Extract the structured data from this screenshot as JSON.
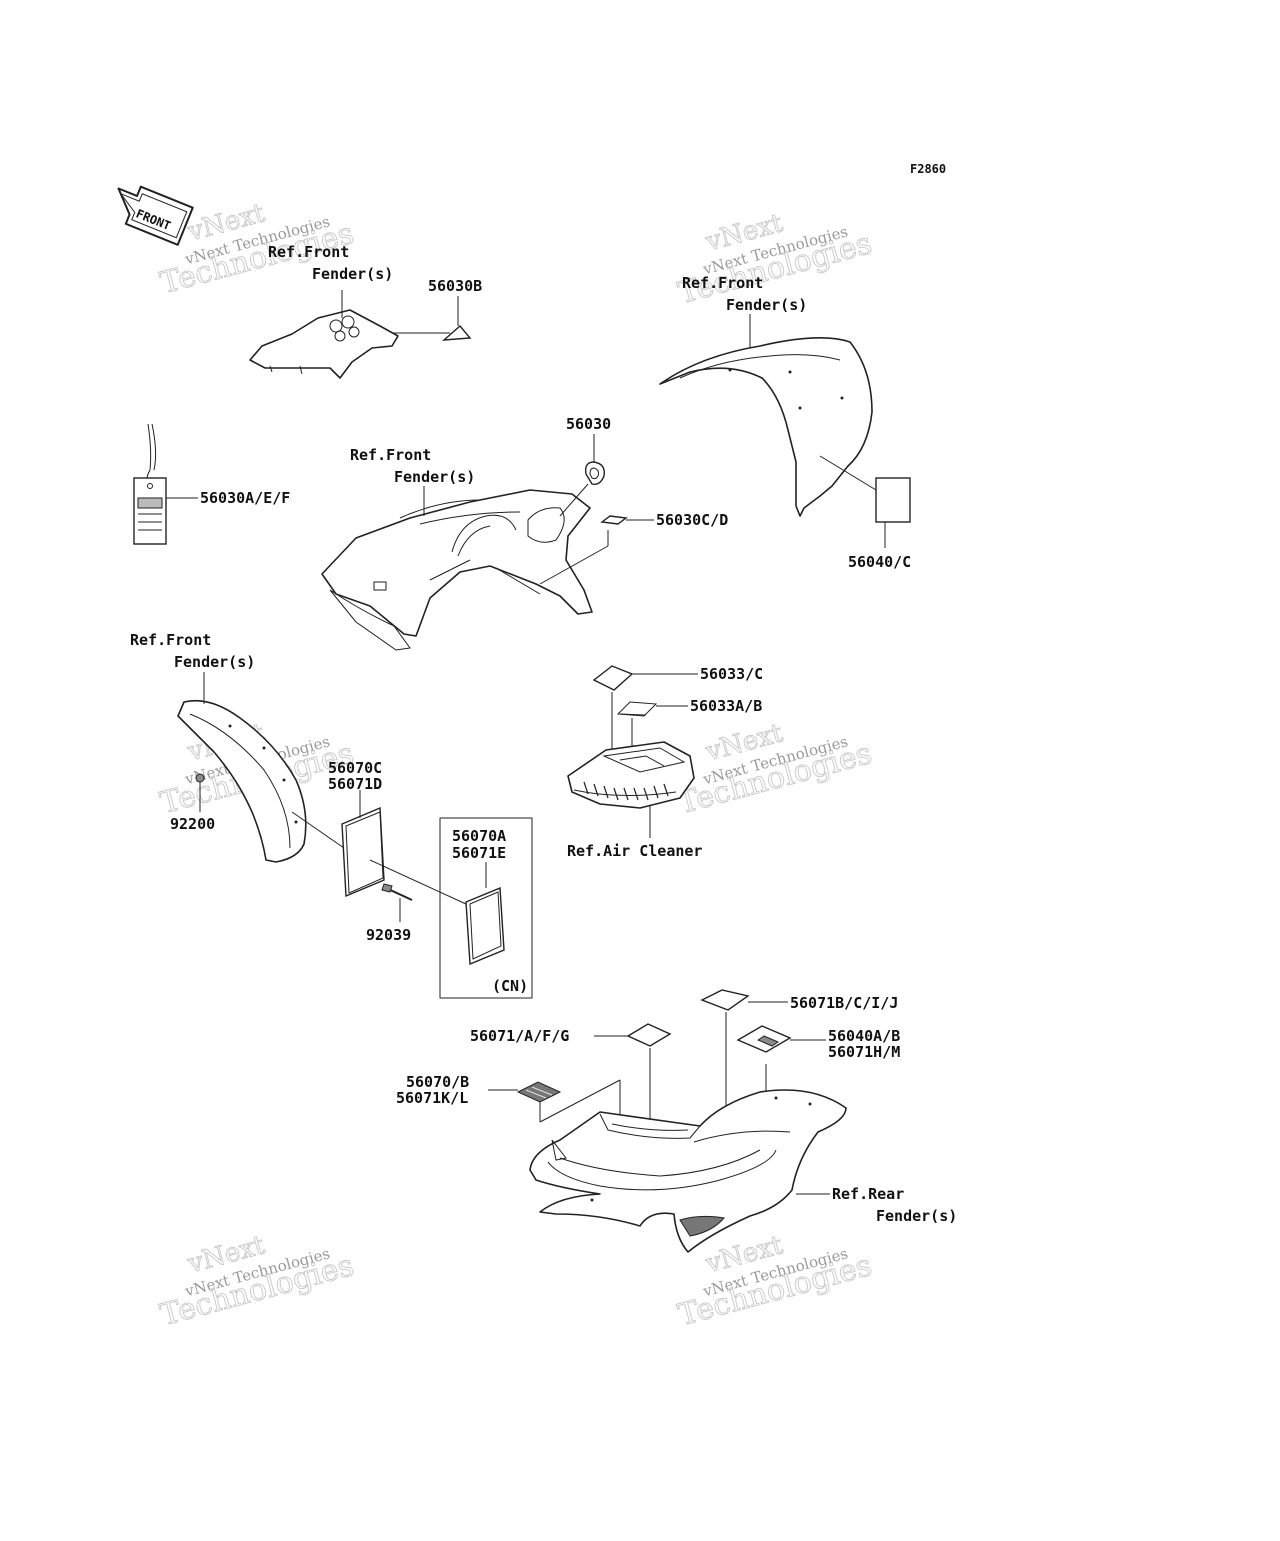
{
  "figure_code": "F2860",
  "front_arrow_text": "FRONT",
  "watermark": {
    "line1": "vNext",
    "line2": "vNext Technologies",
    "line3": "Technologies"
  },
  "labels": {
    "ref_front_fender_1": [
      "Ref.Front",
      "Fender(s)"
    ],
    "ref_front_fender_2": [
      "Ref.Front",
      "Fender(s)"
    ],
    "ref_front_fender_3": [
      "Ref.Front",
      "Fender(s)"
    ],
    "ref_front_fender_4": [
      "Ref.Front",
      "Fender(s)"
    ],
    "ref_air_cleaner": "Ref.Air Cleaner",
    "ref_rear_fender": [
      "Ref.Rear",
      "Fender(s)"
    ],
    "p56030B": "56030B",
    "p56030": "56030",
    "p56030AEF": "56030A/E/F",
    "p56030CD": "56030C/D",
    "p56040C": "56040/C",
    "p56033C": "56033/C",
    "p56033AB": "56033A/B",
    "p56070C_56071D": [
      "56070C",
      "56071D"
    ],
    "p92200": "92200",
    "p56070A_56071E": [
      "56070A",
      "56071E"
    ],
    "p92039": "92039",
    "cn": "(CN)",
    "p56071BCIJ": "56071B/C/I/J",
    "p56071AFG": "56071/A/F/G",
    "p56040AB_56071HM": [
      "56040A/B",
      "56071H/M"
    ],
    "p56070B_56071KL": [
      "56070/B",
      "56071K/L"
    ]
  }
}
